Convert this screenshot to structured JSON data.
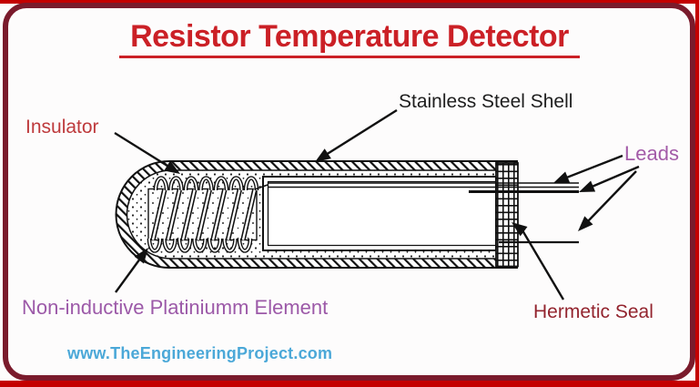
{
  "figure": {
    "title": "Resistor Temperature Detector",
    "labels": {
      "insulator": "Insulator",
      "shell": "Stainless Steel Shell",
      "leads": "Leads",
      "element": "Non-inductive Platiniumm Element",
      "seal": "Hermetic Seal"
    },
    "watermark": "www.TheEngineeringProject.com",
    "colors": {
      "title": "#cb2026",
      "insulator_label": "#be3a3c",
      "shell_label": "#1e1e1e",
      "leads_label": "#a35ba8",
      "element_label": "#9c59a8",
      "seal_label": "#93242e",
      "watermark": "#4ba8d8",
      "inner_border": "#7a1b2c",
      "outer_border": "#c40000",
      "line_art": "#111111"
    }
  }
}
